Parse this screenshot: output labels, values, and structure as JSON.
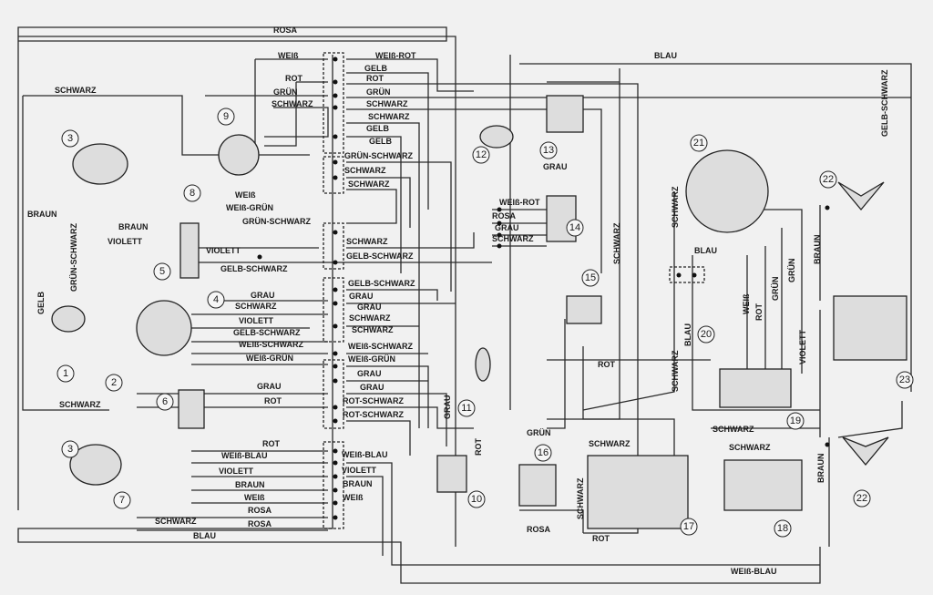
{
  "title": "Wiring diagram",
  "wire_labels": [
    "ROSA",
    "WEIß",
    "WEIß-ROT",
    "GELB",
    "ROT",
    "ROT",
    "GRÜN",
    "GRÜN",
    "SCHWARZ",
    "SCHWARZ",
    "SCHWARZ",
    "GELB",
    "GELB",
    "GRÜN-SCHWARZ",
    "SCHWARZ",
    "SCHWARZ",
    "WEIß",
    "WEIß-GRÜN",
    "GRÜN-SCHWARZ",
    "SCHWARZ",
    "GELB-SCHWARZ",
    "BRAUN",
    "VIOLETT",
    "VIOLETT",
    "GELB-SCHWARZ",
    "GRAU",
    "SCHWARZ",
    "VIOLETT",
    "GELB-SCHWARZ",
    "WEIß-SCHWARZ",
    "WEIß-GRÜN",
    "GRAU",
    "ROT",
    "GELB-SCHWARZ",
    "GRAU",
    "GRAU",
    "SCHWARZ",
    "SCHWARZ",
    "WEIß-SCHWARZ",
    "WEIß-GRÜN",
    "GRAU",
    "GRAU",
    "ROT-SCHWARZ",
    "ROT-SCHWARZ",
    "SCHWARZ",
    "GELB",
    "GRÜN-SCHWARZ",
    "BRAUN",
    "SCHWARZ",
    "ROT",
    "WEIß-BLAU",
    "VIOLETT",
    "BRAUN",
    "WEIß",
    "ROSA",
    "SCHWARZ",
    "ROSA",
    "BLAU",
    "WEIß-BLAU",
    "VIOLETT",
    "BRAUN",
    "WEIß",
    "BLAU",
    "WEIß-ROT",
    "ROSA",
    "GRAU",
    "SCHWARZ",
    "GRAU",
    "SCHWARZ",
    "SCHWARZ",
    "BLAU",
    "ROT",
    "SCHWARZ",
    "BLAU",
    "WEIß",
    "ROT",
    "GRÜN",
    "GRÜN",
    "VIOLETT",
    "GELB-SCHWARZ",
    "BRAUN",
    "BRAUN",
    "GRAU",
    "ROT",
    "GRÜN",
    "SCHWARZ",
    "SCHWARZ",
    "ROSA",
    "ROT",
    "SCHWARZ",
    "SCHWARZ",
    "WEIß-BLAU"
  ],
  "component_numbers": [
    "1",
    "2",
    "3",
    "3",
    "4",
    "5",
    "6",
    "7",
    "8",
    "9",
    "10",
    "11",
    "12",
    "13",
    "14",
    "15",
    "16",
    "17",
    "18",
    "19",
    "20",
    "21",
    "22",
    "22",
    "23"
  ]
}
